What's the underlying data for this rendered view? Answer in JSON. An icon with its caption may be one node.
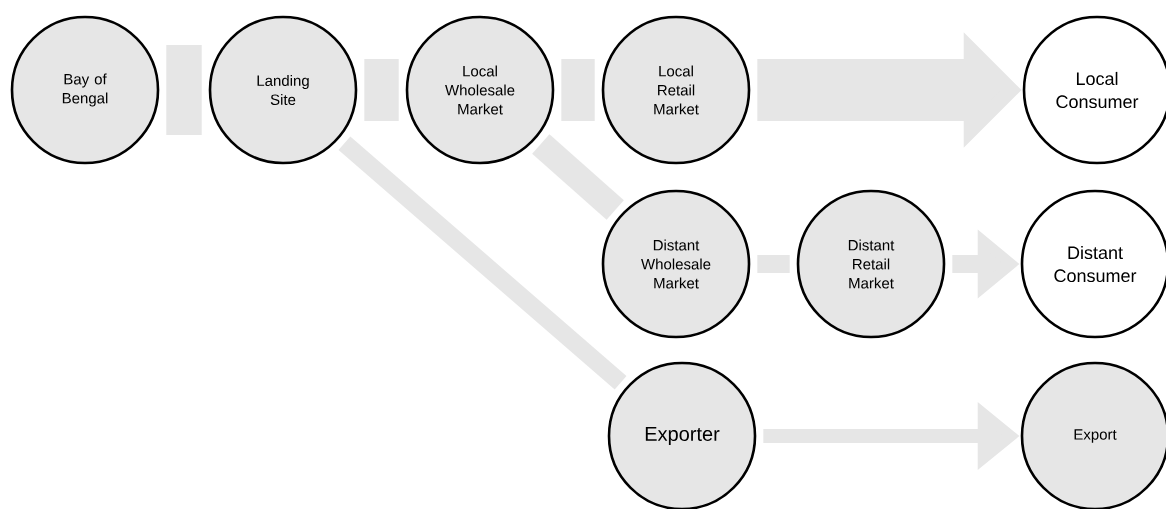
{
  "diagram": {
    "nodes": [
      {
        "text": [
          "Bay of Bengal"
        ]
      },
      {
        "text": [
          "Landing Site"
        ]
      },
      {
        "text": [
          "Local Wholesale Market"
        ]
      },
      {
        "text": [
          "Local Retail Market"
        ]
      },
      {
        "text": [
          "Local Consumer"
        ]
      },
      {
        "text": [
          "Distant Wholesale Market"
        ]
      },
      {
        "text": [
          "Distant Retail Market"
        ]
      },
      {
        "text": [
          "Distant Consumer"
        ]
      },
      {
        "text": [
          "Exporter"
        ]
      },
      {
        "text": [
          "Export"
        ]
      }
    ],
    "edges": [
      {
        "from": 0,
        "to": 1,
        "arrow": "none",
        "style": "thick"
      },
      {
        "from": 1,
        "to": 2,
        "arrow": "none",
        "style": "thick"
      },
      {
        "from": 2,
        "to": 3,
        "arrow": "none",
        "style": "thick"
      },
      {
        "from": 3,
        "to": 4,
        "arrow": "to",
        "style": "thick"
      },
      {
        "from": 2,
        "to": 5,
        "arrow": "none"
      },
      {
        "from": 5,
        "to": 6,
        "arrow": "none"
      },
      {
        "from": 6,
        "to": 7,
        "arrow": "to"
      },
      {
        "from": 1,
        "to": 8,
        "arrow": "none"
      },
      {
        "from": 8,
        "to": 9,
        "arrow": "to"
      }
    ]
  }
}
